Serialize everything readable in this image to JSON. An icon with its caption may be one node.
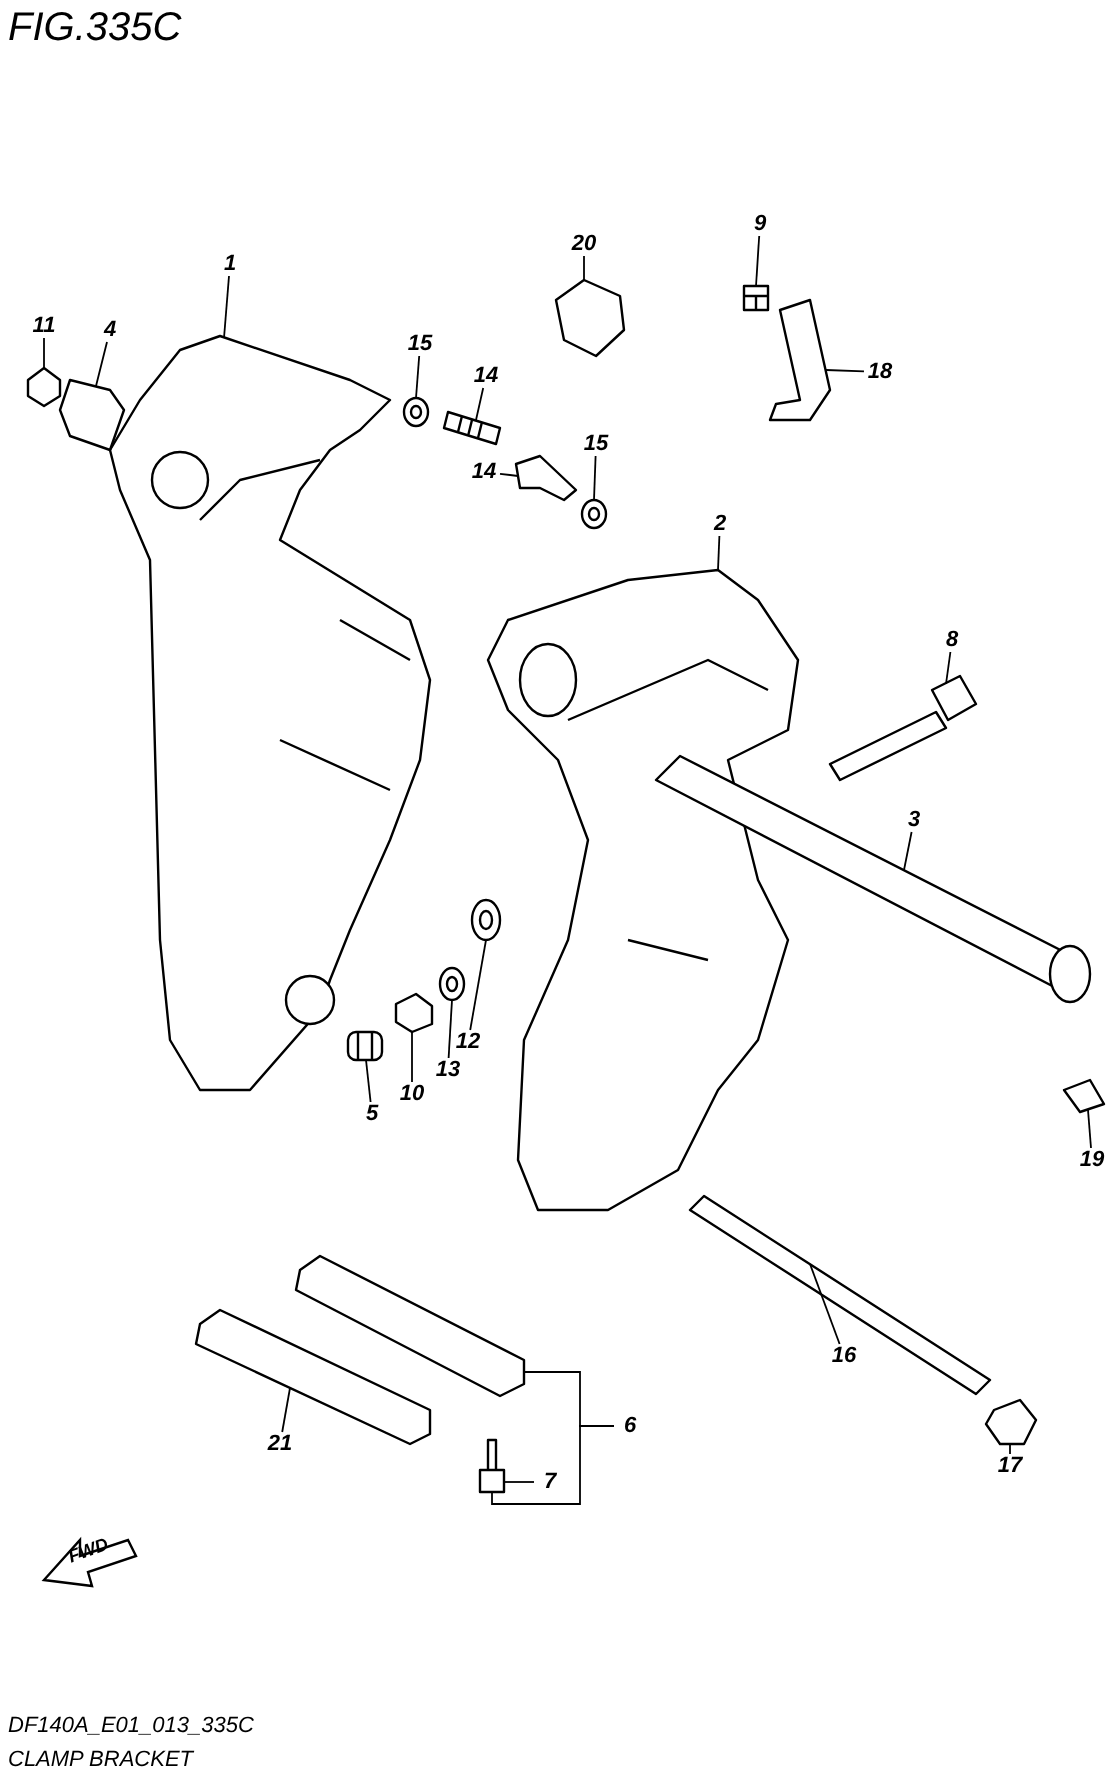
{
  "diagram": {
    "title": "FIG.335C",
    "caption": "CLAMP BRACKET",
    "nodes": [
      {
        "text": [
          "1"
        ]
      },
      {
        "text": [
          "11"
        ]
      },
      {
        "text": [
          "4"
        ]
      },
      {
        "text": [
          "15"
        ]
      },
      {
        "text": [
          "14"
        ]
      },
      {
        "text": [
          "20"
        ]
      },
      {
        "text": [
          "9"
        ]
      },
      {
        "text": [
          "18"
        ]
      },
      {
        "text": [
          "14"
        ]
      },
      {
        "text": [
          "15"
        ]
      },
      {
        "text": [
          "2"
        ]
      },
      {
        "text": [
          "8"
        ]
      },
      {
        "text": [
          "3"
        ]
      },
      {
        "text": [
          "5"
        ]
      },
      {
        "text": [
          "10"
        ]
      },
      {
        "text": [
          "13"
        ]
      },
      {
        "text": [
          "12"
        ]
      },
      {
        "text": [
          "19"
        ]
      },
      {
        "text": [
          "16"
        ]
      },
      {
        "text": [
          "6"
        ]
      },
      {
        "text": [
          "21"
        ]
      },
      {
        "text": [
          "7"
        ]
      },
      {
        "text": [
          "17"
        ]
      },
      {
        "text": [],
        "shape": "picture"
      },
      {
        "text": [],
        "shape": "picture"
      },
      {
        "text": [],
        "shape": "picture"
      },
      {
        "text": [],
        "shape": "picture"
      },
      {
        "text": [],
        "shape": "picture"
      },
      {
        "text": [],
        "shape": "picture"
      },
      {
        "text": [],
        "shape": "picture"
      },
      {
        "text": [],
        "shape": "picture"
      },
      {
        "text": [],
        "shape": "picture"
      },
      {
        "text": [],
        "shape": "picture"
      },
      {
        "text": [],
        "shape": "picture"
      },
      {
        "text": [],
        "shape": "picture"
      },
      {
        "text": [],
        "shape": "picture"
      },
      {
        "text": [],
        "shape": "picture"
      },
      {
        "text": [],
        "shape": "picture"
      },
      {
        "text": [],
        "shape": "picture"
      },
      {
        "text": [],
        "shape": "picture"
      },
      {
        "text": [],
        "shape": "picture"
      },
      {
        "text": [],
        "shape": "picture"
      },
      {
        "text": [],
        "shape": "picture"
      },
      {
        "text": [],
        "shape": "picture"
      },
      {
        "text": [],
        "shape": "picture"
      },
      {
        "text": [],
        "shape": "picture"
      }
    ],
    "edges": [
      {
        "from": 0,
        "to": 23,
        "arrow": "none"
      },
      {
        "from": 1,
        "to": 24,
        "arrow": "none"
      },
      {
        "from": 2,
        "to": 25,
        "arrow": "none"
      },
      {
        "from": 3,
        "to": 26,
        "arrow": "none"
      },
      {
        "from": 4,
        "to": 27,
        "arrow": "none"
      },
      {
        "from": 5,
        "to": 28,
        "arrow": "none"
      },
      {
        "from": 6,
        "to": 29,
        "arrow": "none"
      },
      {
        "from": 7,
        "to": 30,
        "arrow": "none"
      },
      {
        "from": 8,
        "to": 31,
        "arrow": "none"
      },
      {
        "from": 9,
        "to": 32,
        "arrow": "none"
      },
      {
        "from": 10,
        "to": 33,
        "arrow": "none"
      },
      {
        "from": 11,
        "to": 34,
        "arrow": "none"
      },
      {
        "from": 12,
        "to": 35,
        "arrow": "none"
      },
      {
        "from": 13,
        "to": 36,
        "arrow": "none"
      },
      {
        "from": 14,
        "to": 37,
        "arrow": "none"
      },
      {
        "from": 15,
        "to": 38,
        "arrow": "none"
      },
      {
        "from": 16,
        "to": 39,
        "arrow": "none"
      },
      {
        "from": 17,
        "to": 40,
        "arrow": "none"
      },
      {
        "from": 18,
        "to": 41,
        "arrow": "none"
      },
      {
        "from": 19,
        "to": 42,
        "arrow": "none"
      },
      {
        "from": 19,
        "to": 44,
        "arrow": "none"
      },
      {
        "from": 20,
        "to": 43,
        "arrow": "none"
      },
      {
        "from": 21,
        "to": 44,
        "arrow": "none"
      },
      {
        "from": 22,
        "to": 45,
        "arrow": "none"
      }
    ],
    "labels": [
      "FWD",
      "DF140A_E01_013_335C"
    ]
  }
}
